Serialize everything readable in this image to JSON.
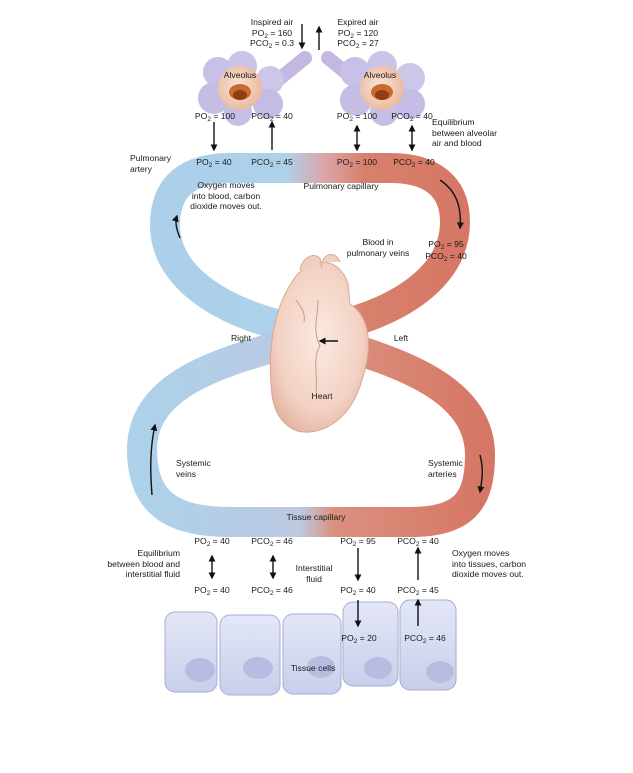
{
  "air": {
    "inspired": {
      "title": "Inspired air",
      "po2": "160",
      "pco2": "0.3"
    },
    "expired": {
      "title": "Expired air",
      "po2": "120",
      "pco2": "27"
    }
  },
  "alveoli": {
    "left": "Alveolus",
    "right": "Alveolus"
  },
  "gas": {
    "po2_prefix": "PO",
    "pco2_prefix": "PCO",
    "sub": "2",
    "eq": " = "
  },
  "alveolar_row": {
    "po2_left": "100",
    "pco2_left": "40",
    "po2_right": "100",
    "pco2_right": "40"
  },
  "pulmonary_row": {
    "po2_artery": "40",
    "pco2_artery": "45",
    "po2_vein": "100",
    "pco2_vein": "40"
  },
  "pulmonary_veins_values": {
    "po2": "95",
    "pco2": "40"
  },
  "tissue_capillary_row": {
    "po2_venous": "40",
    "pco2_venous": "46",
    "po2_arterial": "95",
    "pco2_arterial": "40"
  },
  "interstitial_row": {
    "po2_left": "40",
    "pco2_left": "46",
    "po2_right": "40",
    "pco2_right": "45"
  },
  "cell_row": {
    "po2": "20",
    "pco2": "46"
  },
  "labels": {
    "pulmonary_artery": [
      "Pulmonary",
      "artery"
    ],
    "oxygen_into_blood": [
      "Oxygen moves",
      "into blood, carbon",
      "dioxide moves out."
    ],
    "pulmonary_capillary": "Pulmonary capillary",
    "equilibrium_alveolar": [
      "Equilibrium",
      "between alveolar",
      "air and blood"
    ],
    "blood_pulmonary_veins": [
      "Blood in",
      "pulmonary veins"
    ],
    "right": "Right",
    "left": "Left",
    "heart": "Heart",
    "systemic_veins": [
      "Systemic",
      "veins"
    ],
    "systemic_arteries": [
      "Systemic",
      "arteries"
    ],
    "tissue_capillary": "Tissue capillary",
    "equilibrium_interstitial": [
      "Equilibrium",
      "between blood and",
      "interstitial fluid"
    ],
    "interstitial_fluid": [
      "Interstitial",
      "fluid"
    ],
    "oxygen_into_tissues": [
      "Oxygen moves",
      "into tissues, carbon",
      "dioxide moves out."
    ],
    "tissue_cells": "Tissue cells"
  },
  "colors": {
    "venous_blue": "#a9cfe9",
    "arterial_red": "#d4705e",
    "heart": "#f6dcd1",
    "alveolus": "#f1c9b2",
    "cells": "#d9dff3"
  }
}
